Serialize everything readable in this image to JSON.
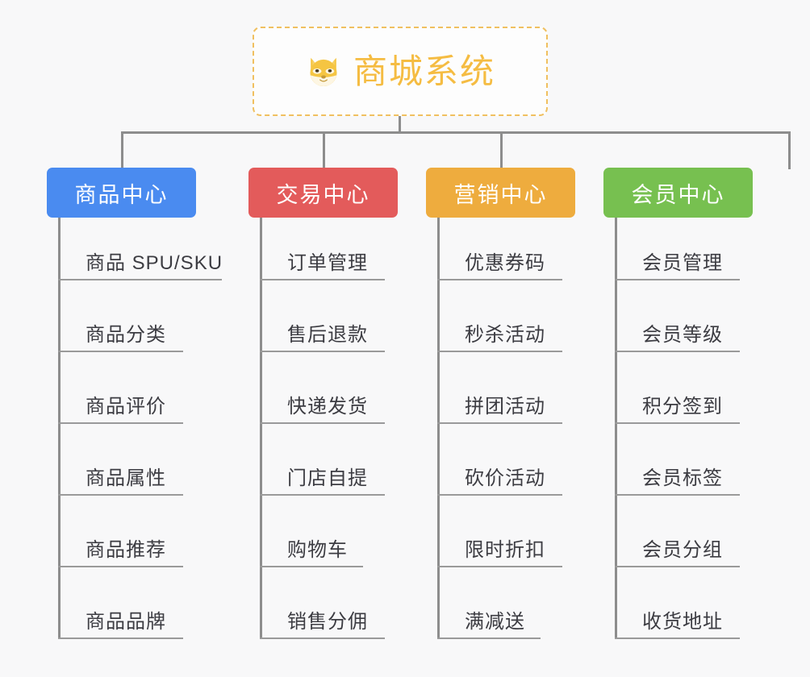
{
  "diagram": {
    "type": "org-chart",
    "background_color": "#f8f8f9",
    "root": {
      "title": "商城系统",
      "icon": "shiba-dog-face-emoji",
      "border_color": "#f0c060",
      "text_color": "#f5bc42"
    },
    "connector_color": "#8d8d8d",
    "branches": [
      {
        "label": "商品中心",
        "color": "#4a8bf0",
        "leaves": [
          "商品 SPU/SKU",
          "商品分类",
          "商品评价",
          "商品属性",
          "商品推荐",
          "商品品牌"
        ]
      },
      {
        "label": "交易中心",
        "color": "#e35b5b",
        "leaves": [
          "订单管理",
          "售后退款",
          "快递发货",
          "门店自提",
          "购物车",
          "销售分佣"
        ]
      },
      {
        "label": "营销中心",
        "color": "#eeac3e",
        "leaves": [
          "优惠券码",
          "秒杀活动",
          "拼团活动",
          "砍价活动",
          "限时折扣",
          "满减送"
        ]
      },
      {
        "label": "会员中心",
        "color": "#77c050",
        "leaves": [
          "会员管理",
          "会员等级",
          "积分签到",
          "会员标签",
          "会员分组",
          "收货地址"
        ]
      }
    ]
  },
  "layout": {
    "branch_x": [
      58,
      308,
      528,
      748
    ],
    "branch_width": [
      185,
      185,
      185,
      185
    ],
    "spine_x": [
      72,
      322,
      542,
      762
    ],
    "leaf_step": 89,
    "leaf_first_baseline": 78,
    "underline_widths": [
      [
        203,
        155,
        155,
        155,
        155,
        155
      ],
      [
        155,
        155,
        155,
        155,
        128,
        155
      ],
      [
        155,
        155,
        155,
        155,
        155,
        128
      ],
      [
        155,
        155,
        155,
        155,
        155,
        155
      ]
    ]
  }
}
